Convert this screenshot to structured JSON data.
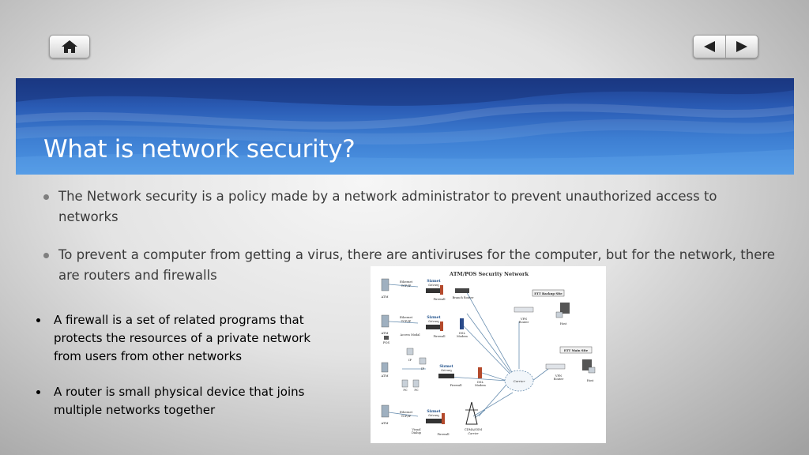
{
  "icons": {
    "home": "home-icon",
    "prev": "triangle-left-icon",
    "next": "triangle-right-icon"
  },
  "slide": {
    "title": "What is network security?",
    "bullets": [
      "The Network security is a policy made by a network administrator to prevent unauthorized access to networks",
      "To prevent a computer from getting a virus, there are antiviruses for the computer, but for the network, there are routers and firewalls"
    ],
    "sub_bullets": [
      "A firewall is a set of related programs that protects the resources of a private network from users from other networks",
      "A router is small physical device that joins multiple networks together"
    ]
  },
  "diagram": {
    "title": "ATM/POS Security Network",
    "labels": {
      "atm1": "ATM",
      "atm2": "ATM",
      "pos": "POS",
      "atm3": "ATM",
      "atm4": "ATM",
      "eth1": "Ethernet",
      "tcp1": "TCP/IP",
      "eth2": "Ethernet",
      "tcp2": "TCP/IP",
      "eth3": "Ethernet",
      "tcp3": "TCP/IP",
      "eth4": "Ethernet",
      "tcp4": "TCP/IP",
      "siz1": "Sizmet",
      "gw1": "Gateway",
      "siz2": "Sizmet",
      "gw2": "Gateway",
      "siz3": "Sizmet",
      "gw3": "Gateway",
      "siz4": "Sizmet",
      "gw4": "Gateway",
      "fw1": "Firewall",
      "fw2": "Firewall",
      "fw3": "Firewall",
      "fw4": "Firewall",
      "branch": "Branch Router",
      "dsl1": "DSL",
      "modem1": "Modem",
      "dsl2": "DSL",
      "modem2": "Modem",
      "access": "Access Modal",
      "visual1": "Visual",
      "dialup": "Dialup",
      "ip1": "IP",
      "ip2": "IP",
      "pc1": "PC",
      "pc2": "PC",
      "backup": "ETT Backup Site",
      "vpn1": "VPN",
      "router1": "Router",
      "host1": "Host",
      "main": "ETT Main Site",
      "vpn2": "VPN",
      "router2": "Router",
      "host2": "Host",
      "cloud": "Carrier",
      "cdma": "CDMA/GSM",
      "carrier": "Carrier"
    }
  }
}
